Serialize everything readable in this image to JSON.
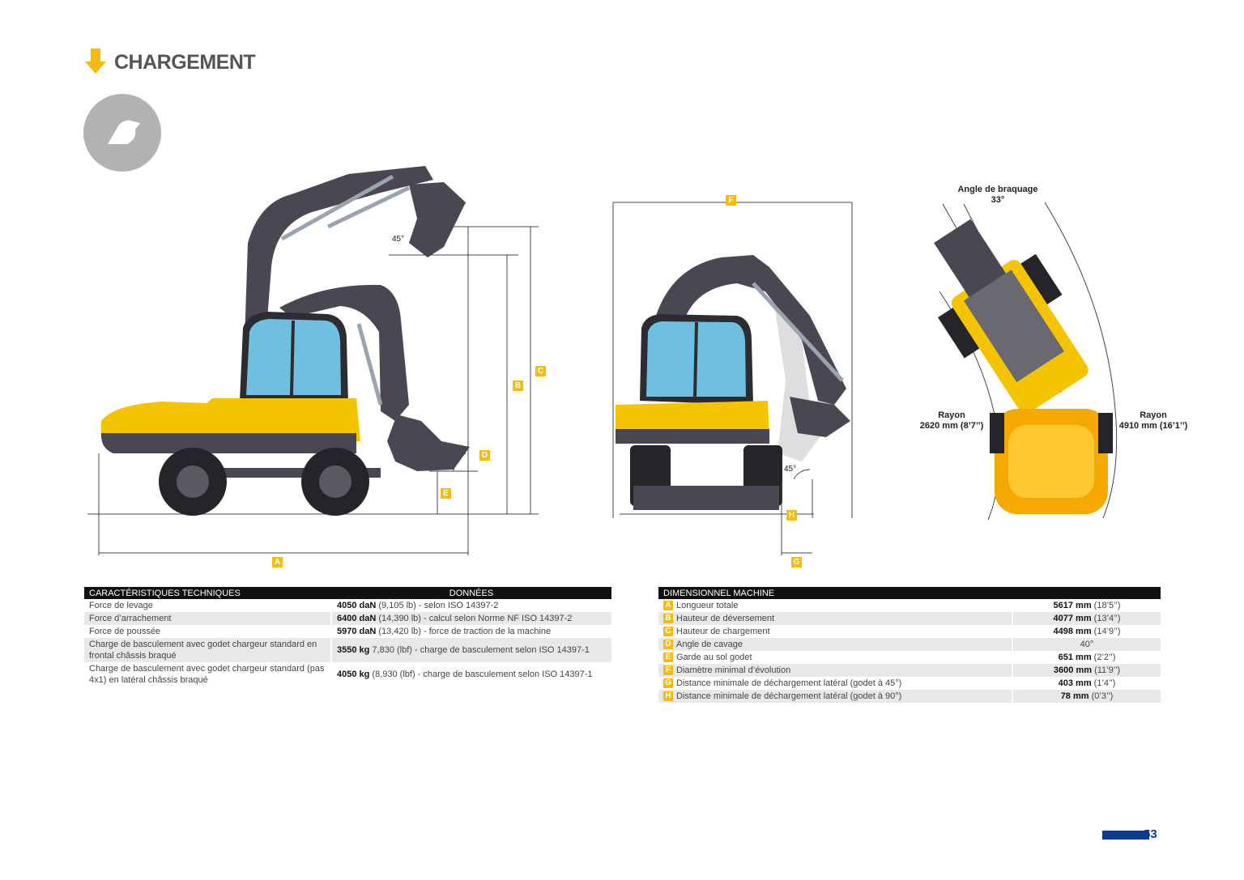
{
  "header": {
    "title": "CHARGEMENT"
  },
  "icons": {
    "arrow": "down-arrow-icon",
    "badge": "bucket-icon"
  },
  "colors": {
    "accent": "#f2bb16",
    "machine_yellow": "#f5c400",
    "arm_grey": "#4a4752",
    "brand_blue": "#0e3a8c"
  },
  "diagram": {
    "labels": {
      "a": "A",
      "b": "B",
      "c": "C",
      "d": "D",
      "e": "E",
      "f": "F",
      "g": "G",
      "h": "H"
    },
    "angle_side": "45°",
    "angle_front": "45°",
    "steer_title": "Angle de braquage",
    "steer_value": "33°",
    "radius_inner_title": "Rayon",
    "radius_inner_value": "2620 mm (8’7’’)",
    "radius_outer_title": "Rayon",
    "radius_outer_value": "4910 mm (16’1’’)"
  },
  "tech_table": {
    "header_left": "CARACTÉRISTIQUES TECHNIQUES",
    "header_right": "DONNÉES",
    "rows": [
      {
        "label": "Force de levage",
        "bold": "4050 daN",
        "rest": " (9,105 lb) - selon ISO 14397-2"
      },
      {
        "label": "Force d’arrachement",
        "bold": "6400 daN",
        "rest": " (14,390 lb) - calcul selon Norme NF ISO 14397-2"
      },
      {
        "label": "Force de poussée",
        "bold": "5970 daN",
        "rest": " (13,420 lb) - force de traction de la machine"
      },
      {
        "label": "Charge de basculement avec godet chargeur standard en frontal châssis braqué",
        "bold": "3550 kg",
        "rest": " 7,830 (lbf) - charge de basculement selon ISO 14397-1"
      },
      {
        "label": "Charge de basculement avec godet chargeur standard (pas 4x1) en latéral châssis braqué",
        "bold": "4050 kg",
        "rest": " (8,930 (lbf) - charge de basculement selon ISO 14397-1"
      }
    ]
  },
  "dim_table": {
    "header": "DIMENSIONNEL MACHINE",
    "rows": [
      {
        "tag": "A",
        "label": "Longueur totale",
        "bold": "5617 mm",
        "rest": " (18’5’’)"
      },
      {
        "tag": "B",
        "label": "Hauteur de déversement",
        "bold": "4077 mm",
        "rest": " (13’4’’)"
      },
      {
        "tag": "C",
        "label": "Hauteur de chargement",
        "bold": "4498 mm",
        "rest": " (14’9’’)"
      },
      {
        "tag": "D",
        "label": "Angle de cavage",
        "bold": "",
        "rest": "40°"
      },
      {
        "tag": "E",
        "label": "Garde au sol godet",
        "bold": "651 mm",
        "rest": " (2’2’’)"
      },
      {
        "tag": "F",
        "label": "Diamètre minimal d’évolution",
        "bold": "3600 mm",
        "rest": " (11’9’’)"
      },
      {
        "tag": "G",
        "label": "Distance minimale de déchargement latéral (godet à 45°)",
        "bold": "403 mm",
        "rest": " (1’4’’)"
      },
      {
        "tag": "H",
        "label": "Distance minimale de déchargement latéral (godet à 90°)",
        "bold": "78 mm",
        "rest": " (0’3’’)"
      }
    ]
  },
  "footer": {
    "page": "53"
  }
}
